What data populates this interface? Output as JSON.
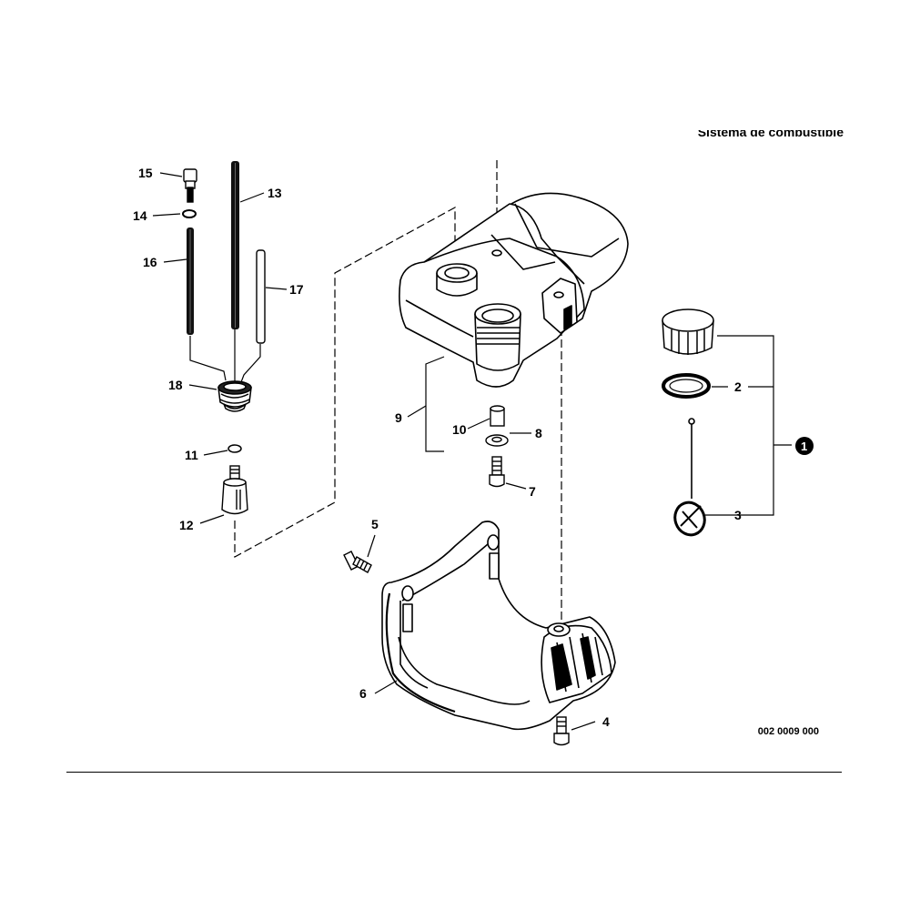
{
  "title": "Sistema de combustible",
  "diagram_code": "002 0009 000",
  "callouts": {
    "c1": "1",
    "c2": "2",
    "c3": "3",
    "c4": "4",
    "c5": "5",
    "c6": "6",
    "c7": "7",
    "c8": "8",
    "c9": "9",
    "c10": "10",
    "c11": "11",
    "c12": "12",
    "c13": "13",
    "c14": "14",
    "c15": "15",
    "c16": "16",
    "c17": "17",
    "c18": "18"
  }
}
